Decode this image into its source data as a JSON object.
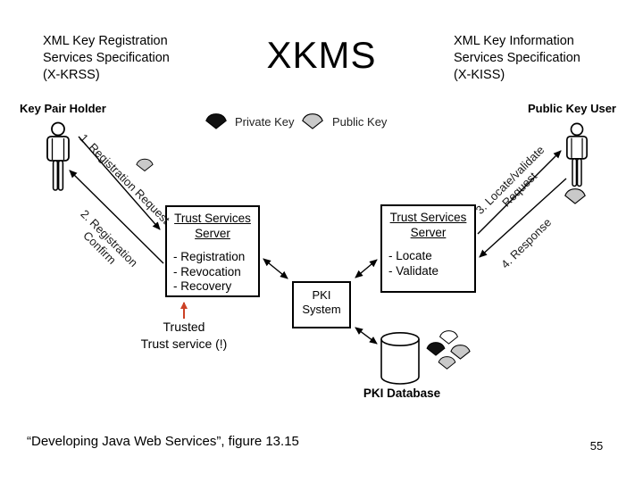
{
  "header": {
    "left_title_line1": "XML Key Registration",
    "left_title_line2": "Services Specification",
    "left_title_line3": "(X-KRSS)",
    "center_title": "XKMS",
    "right_title_line1": "XML Key Information",
    "right_title_line2": "Services Specification",
    "right_title_line3": "(X-KISS)"
  },
  "legend": {
    "private_key_label": "Private Key",
    "public_key_label": "Public Key"
  },
  "diagram": {
    "left_actor_label": "Key Pair Holder",
    "right_actor_label": "Public Key User",
    "left_server": {
      "title_line1": "Trust Services",
      "title_line2": "Server",
      "items": [
        "- Registration",
        "- Revocation",
        "- Recovery"
      ]
    },
    "right_server": {
      "title_line1": "Trust Services",
      "title_line2": "Server",
      "items": [
        "- Locate",
        "- Validate"
      ]
    },
    "pki_system_line1": "PKI",
    "pki_system_line2": "System",
    "pki_database_label": "PKI Database",
    "arrow_labels": {
      "registration_request": "1. Registration Request",
      "registration_confirm_line1": "2. Registration",
      "registration_confirm_line2": "Confirm",
      "locate_request_line1": "3. Locate/validate",
      "locate_request_line2": "Request",
      "response": "4. Response"
    },
    "trusted_note_line1": "Trusted",
    "trusted_note_line2": "Trust service (!)"
  },
  "footer": {
    "source_text": "“Developing Java Web Services”, figure 13.15",
    "page_number": "55"
  },
  "colors": {
    "line": "#000000",
    "note_arrow": "#cc4125",
    "private_key_fill": "#111111",
    "public_key_fill": "#c9c9c9"
  }
}
